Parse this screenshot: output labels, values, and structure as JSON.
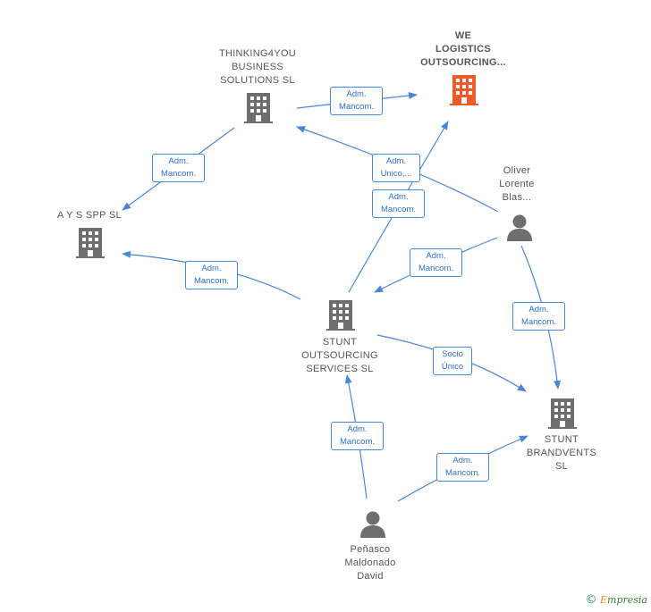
{
  "nodes": [
    {
      "id": "we-logistics",
      "type": "company",
      "focus": true,
      "lines": [
        "WE",
        "LOGISTICS",
        "OUTSOURCING..."
      ]
    },
    {
      "id": "thinking4you",
      "type": "company",
      "lines": [
        "THINKING4YOU",
        "BUSINESS",
        "SOLUTIONS  SL"
      ]
    },
    {
      "id": "ays-spp",
      "type": "company",
      "lines": [
        "A Y S SPP SL"
      ]
    },
    {
      "id": "oliver",
      "type": "person",
      "lines": [
        "Oliver",
        "Lorente",
        "Blas..."
      ]
    },
    {
      "id": "stunt-outsourcing",
      "type": "company",
      "lines": [
        "STUNT",
        "OUTSOURCING",
        "SERVICES  SL"
      ]
    },
    {
      "id": "stunt-brandvents",
      "type": "company",
      "lines": [
        "STUNT",
        "BRANDVENTS",
        "SL"
      ]
    },
    {
      "id": "penasco",
      "type": "person",
      "lines": [
        "Peñasco",
        "Maldonado",
        "David"
      ]
    }
  ],
  "edges": [
    {
      "id": "e1",
      "lines": [
        "Adm.",
        "Mancom."
      ]
    },
    {
      "id": "e2",
      "lines": [
        "Adm.",
        "Mancom."
      ]
    },
    {
      "id": "e3",
      "lines": [
        "Adm.",
        "Unico,..."
      ]
    },
    {
      "id": "e4",
      "lines": [
        "Adm.",
        "Mancom."
      ]
    },
    {
      "id": "e5",
      "lines": [
        "Adm.",
        "Mancom."
      ]
    },
    {
      "id": "e6",
      "lines": [
        "Adm.",
        "Mancom."
      ]
    },
    {
      "id": "e7",
      "lines": [
        "Adm.",
        "Mancom."
      ]
    },
    {
      "id": "e8",
      "lines": [
        "Socio",
        "Único"
      ]
    },
    {
      "id": "e9",
      "lines": [
        "Adm.",
        "Mancom."
      ]
    },
    {
      "id": "e10",
      "lines": [
        "Adm.",
        "Mancom."
      ]
    }
  ],
  "colors": {
    "edge": "#4a86d8",
    "company": "#6e6e6e",
    "focus_company": "#f05a28",
    "person": "#6e6e6e"
  },
  "footer": {
    "symbol": "©",
    "brand_initial": "E",
    "brand_rest": "mpresia"
  }
}
